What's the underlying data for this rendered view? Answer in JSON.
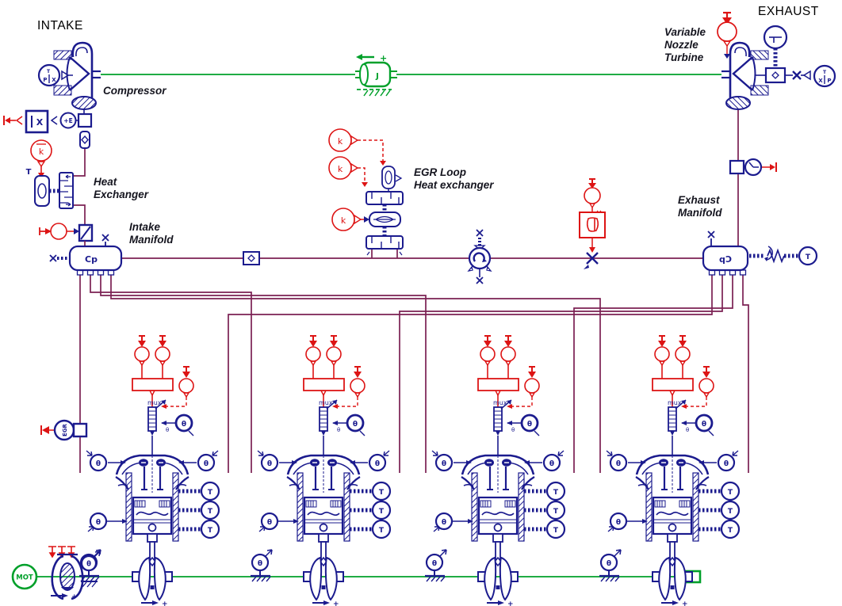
{
  "labels": {
    "intake": "INTAKE",
    "exhaust": "EXHAUST",
    "compressor": "Compressor",
    "vnt": [
      "Variable",
      "Nozzle",
      "Turbine"
    ],
    "heat_exchanger": [
      "Heat",
      "Exchanger"
    ],
    "intake_manifold": [
      "Intake",
      "Manifold"
    ],
    "egr_cooler": [
      "EGR Loop",
      "Heat exchanger"
    ],
    "exhaust_manifold": [
      "Exhaust",
      "Manifold"
    ]
  },
  "symbols": {
    "inertia": "J",
    "constant": "k",
    "plenum": "Cp",
    "motor": "MOT",
    "egr_sensor": "EGR",
    "mux": "mux",
    "theta": "θ",
    "temperature": "T",
    "gain": "+E",
    "multiply_x": "X",
    "pressure_p": "P",
    "pressure_x": "X",
    "pressure_t": "T",
    "plus": "+"
  },
  "colors": {
    "component_blue": "#1b1b8e",
    "pneumatic_line": "#7b2053",
    "shaft_green": "#00a02a",
    "signal_red": "#dd1414",
    "label_text": "#15151f",
    "background": "#ffffff"
  }
}
